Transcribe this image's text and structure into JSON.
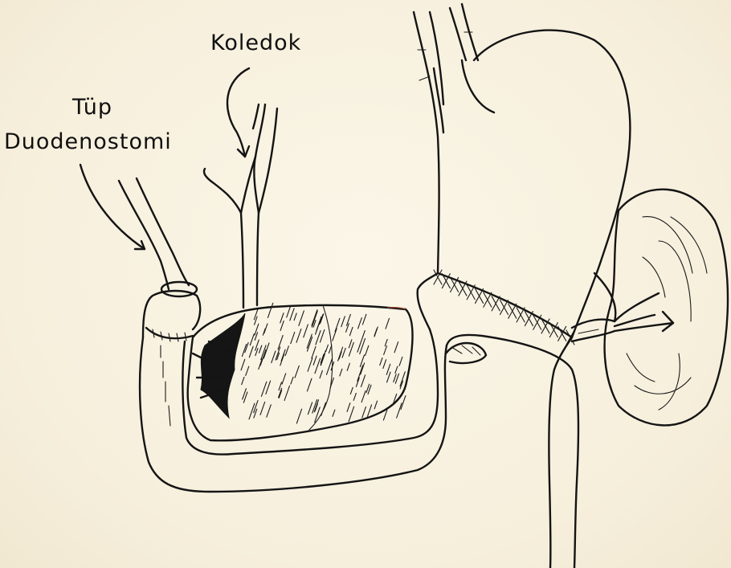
{
  "labels": {
    "koledok": "Koledok",
    "tup": "Tüp",
    "duodenostomi": "Duodenostomi"
  },
  "colors": {
    "paper": "#f8f2e1",
    "ink": "#141414",
    "accent_line": "#8a3a2a"
  }
}
